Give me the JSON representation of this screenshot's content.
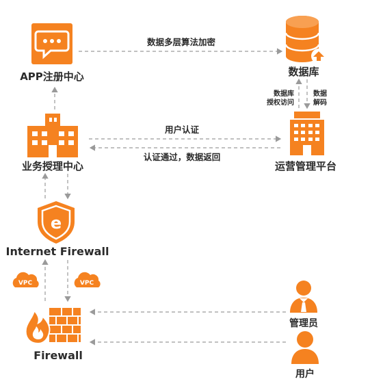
{
  "nodes": {
    "app": {
      "label": "APP注册中心",
      "icon": "chat-bubble-icon"
    },
    "db": {
      "label": "数据库",
      "icon": "database-icon"
    },
    "biz": {
      "label": "业务授理中心",
      "icon": "building-icon"
    },
    "ops": {
      "label": "运营管理平台",
      "icon": "office-building-icon"
    },
    "inet_fw": {
      "label": "Internet Firewall",
      "icon": "shield-e-icon"
    },
    "fw": {
      "label": "Firewall",
      "icon": "firewall-icon"
    },
    "admin": {
      "label": "管理员",
      "icon": "admin-person-icon"
    },
    "user": {
      "label": "用户",
      "icon": "user-person-icon"
    }
  },
  "edges": {
    "app_to_db": "数据多层算法加密",
    "db_auth_line1": "数据库",
    "db_auth_line2": "授权访问",
    "db_decrypt_line1": "数据",
    "db_decrypt_line2": "解码",
    "biz_to_ops": "用户认证",
    "ops_to_biz": "认证通过，数据返回"
  },
  "badges": {
    "vpc_left": "VPC",
    "vpc_right": "VPC"
  },
  "colors": {
    "accent": "#F58220",
    "line": "#9a9a9a",
    "text": "#2b2b2b"
  }
}
